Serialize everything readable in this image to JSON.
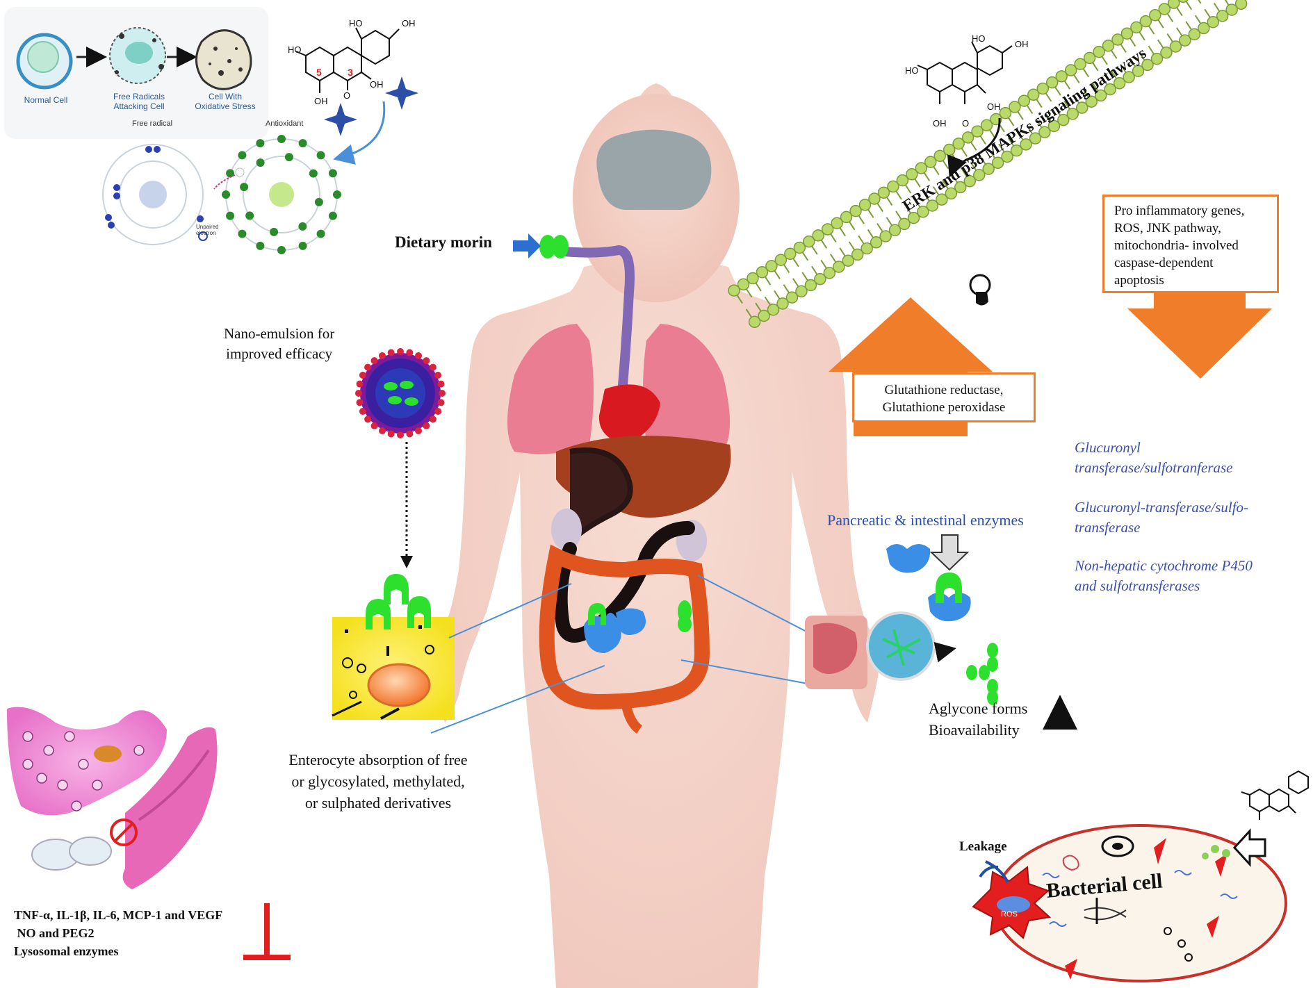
{
  "oxidative_panel": {
    "normal_cell": "Normal Cell",
    "free_radicals": "Free Radicals\nAttacking Cell",
    "oxidative_stress": "Cell With\nOxidative Stress",
    "free_radical": "Free radical",
    "antioxidant": "Antioxidant",
    "unpaired_electron": "Unpaired\nelectron"
  },
  "morin_structure": {
    "oh_labels": [
      "HO",
      "OH",
      "HO",
      "OH",
      "OH",
      "O"
    ],
    "positions": [
      "5",
      "3"
    ]
  },
  "dietary_morin": "Dietary morin",
  "nano_emulsion": "Nano-emulsion for\nimproved efficacy",
  "enterocyte_text": "Enterocyte absorption of free\nor glycosylated, methylated,\nor sulphated derivatives",
  "signaling_label": "ERK and p38 MAPKs signaling pathways",
  "pro_inflammatory_box": "Pro inflammatory genes,\nROS, JNK pathway,\nmitochondria- involved\ncaspase-dependent\napoptosis",
  "glutathione_box": "Glutathione reductase,\nGlutathione peroxidase",
  "enzymes": [
    "Glucuronyl\ntransferase/sulfotranferase",
    "Glucuronyl-transferase/sulfo-\ntransferase",
    "Non-hepatic cytochrome P450\nand sulfotransferases"
  ],
  "pancreatic_label": "Pancreatic & intestinal enzymes",
  "aglycone_label": "Aglycone forms\nBioavailability",
  "inflammation_text": "TNF-α, IL-1β, IL-6, MCP-1 and VEGF\n NO and PEG2\nLysosomal enzymes",
  "bacterial": {
    "leakage": "Leakage",
    "ros": "ROS",
    "cell_label": "Bacterial cell"
  },
  "colors": {
    "orange": "#f07d2a",
    "membrane_green": "#b9d96a",
    "morin_green": "#2ee02e",
    "enzyme_blue": "#3b4fb0",
    "body_skin": "#f3cfc4"
  }
}
